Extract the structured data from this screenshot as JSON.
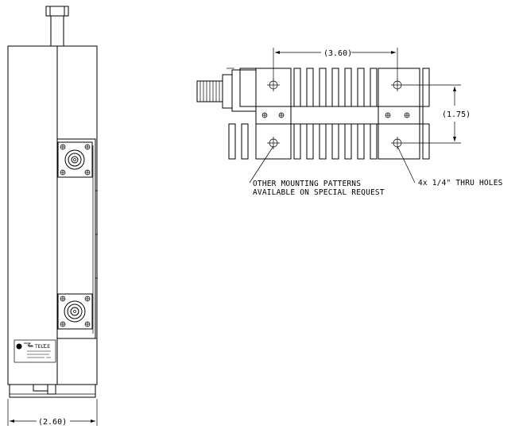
{
  "side_view": {
    "width_dimension": "(2.60)"
  },
  "end_view": {
    "top_dimension": "(3.60)",
    "right_dimension": "(1.75)",
    "note_left_line1": "OTHER MOUNTING PATTERNS",
    "note_left_line2": "AVAILABLE ON SPECIAL REQUEST",
    "note_right": "4x 1/4\" THRU HOLES"
  },
  "icons": {
    "connector_flange": "n-type-connector-flange-icon",
    "mount_hole": "thru-hole-crosshair-icon",
    "label_plate": "manufacturer-label-icon"
  }
}
